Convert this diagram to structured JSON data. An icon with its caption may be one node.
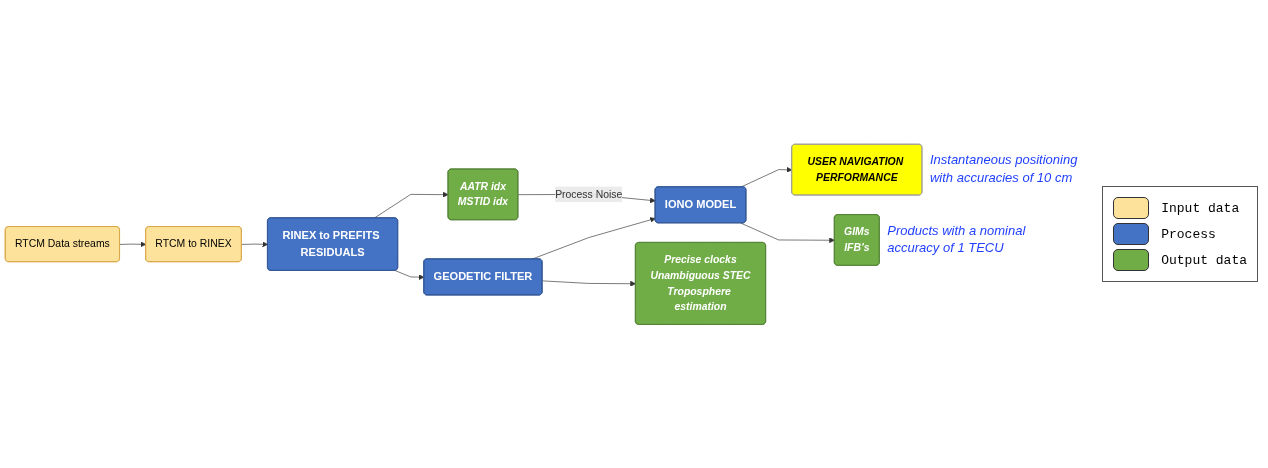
{
  "diagram": {
    "nodes": [
      {
        "text": [
          "RTCM Data streams"
        ]
      },
      {
        "text": [
          "RTCM to RINEX"
        ]
      },
      {
        "text": [
          "RINEX to PREFITS RESIDUALS"
        ]
      },
      {
        "text": [
          "GEODETIC FILTER"
        ]
      },
      {
        "text": [
          "IONO MODEL"
        ]
      },
      {
        "text": [
          "USER NAVIGATION PERFORMANCE"
        ],
        "beside": [
          "Instantaneous positioning with accuracies of 10 cm"
        ]
      },
      {
        "text": [
          "Precise clocks",
          "Unambiguous STEC",
          "Troposphere estimation"
        ]
      },
      {
        "text": [
          "GIMs",
          "IFB’s"
        ],
        "beside": [
          "Products with a nominal accuracy of 1 TECU"
        ]
      },
      {
        "text": [
          "AATR idx",
          "MSTID idx"
        ]
      }
    ],
    "edges": [
      {
        "from": 0,
        "to": 1,
        "arrow": "to"
      },
      {
        "from": 1,
        "to": 2,
        "arrow": "to"
      },
      {
        "from": 2,
        "to": 3,
        "arrow": "to"
      },
      {
        "from": 3,
        "to": 4,
        "arrow": "to"
      },
      {
        "from": 4,
        "to": 5,
        "arrow": "to"
      },
      {
        "from": 3,
        "to": 6,
        "arrow": "to"
      },
      {
        "from": 4,
        "to": 7,
        "arrow": "to"
      },
      {
        "from": 2,
        "to": 8,
        "arrow": "to"
      },
      {
        "from": 8,
        "to": 4,
        "label": "Process Noise",
        "arrow": "to"
      }
    ],
    "legend": [
      {
        "text": "Input data",
        "color": "#fde29c"
      },
      {
        "text": "Process",
        "color": "#4472c4"
      },
      {
        "text": "Output data",
        "color": "#70ad47"
      }
    ]
  }
}
